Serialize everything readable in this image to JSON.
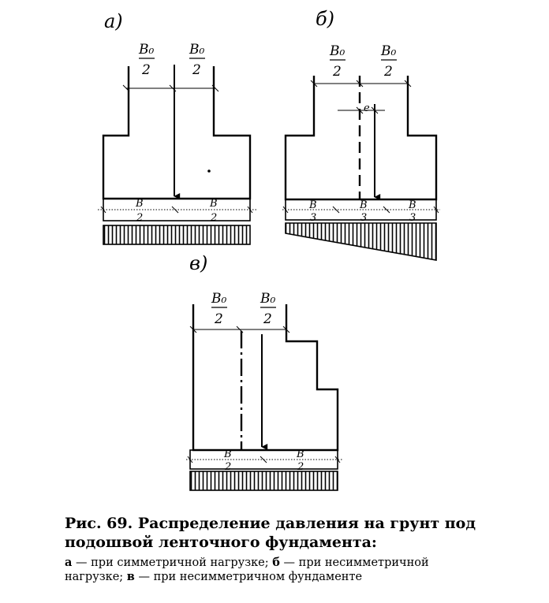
{
  "figure": {
    "panel_labels": [
      "а)",
      "б)",
      "в)"
    ],
    "half_width_symbol": "B₀",
    "half_width_denominator": "2",
    "base_symbol": "B",
    "base_den_half": "2",
    "base_den_third": "3",
    "eccentricity_label": "e"
  },
  "caption": {
    "title": "Рис. 69. Распределение давления на грунт под подошвой ленточного фундамента:",
    "items": [
      {
        "key": "а",
        "text": " — при симметричной нагрузке; "
      },
      {
        "key": "б",
        "text": " — при несимметричной нагрузке; "
      },
      {
        "key": "в",
        "text": " — при несимметричном фундаменте"
      }
    ]
  }
}
